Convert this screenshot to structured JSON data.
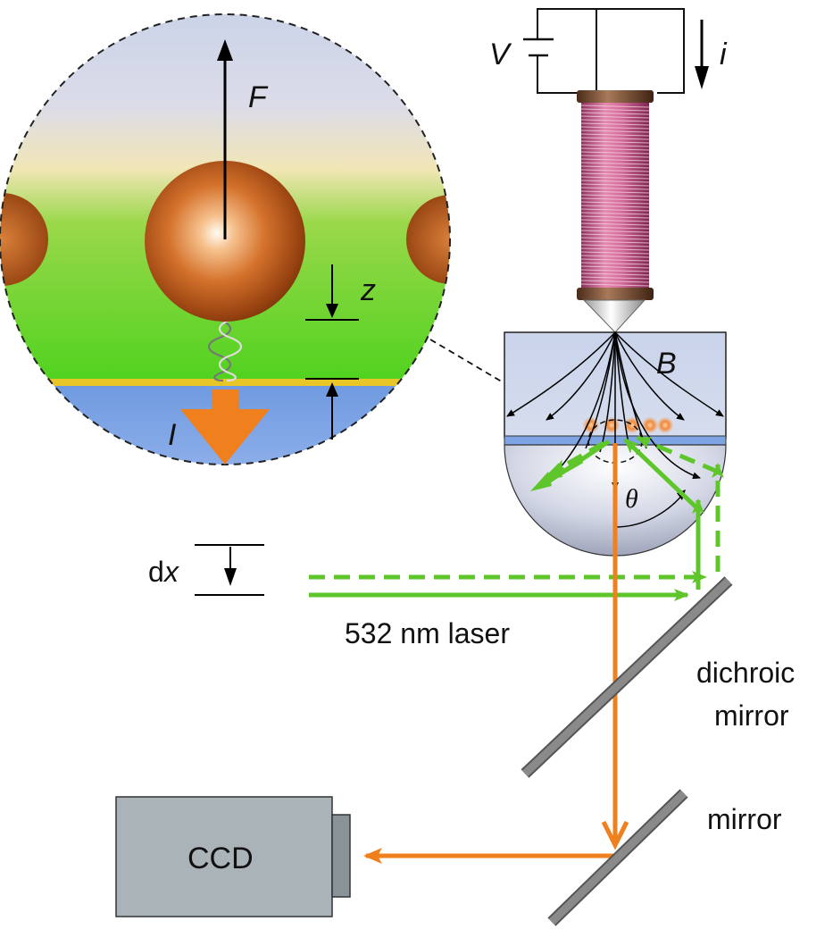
{
  "labels": {
    "voltage": "V",
    "current": "i",
    "force": "F",
    "height": "z",
    "intensity": "I",
    "field": "B",
    "angle": "θ",
    "displacement_d": "d",
    "displacement_x": "x",
    "laser": "532 nm laser",
    "dichroic_line1": "dichroic",
    "dichroic_line2": "mirror",
    "mirror": "mirror",
    "camera": "CCD"
  },
  "colors": {
    "laser_green": "#5ec62a",
    "emission_orange": "#f0801e",
    "coil_pink": "#c85a8a",
    "bead_brown": "#b5561e",
    "glass_blue": "#b9c7e0",
    "gold_film": "#e8c628",
    "camera_gray": "#aab3b8"
  }
}
